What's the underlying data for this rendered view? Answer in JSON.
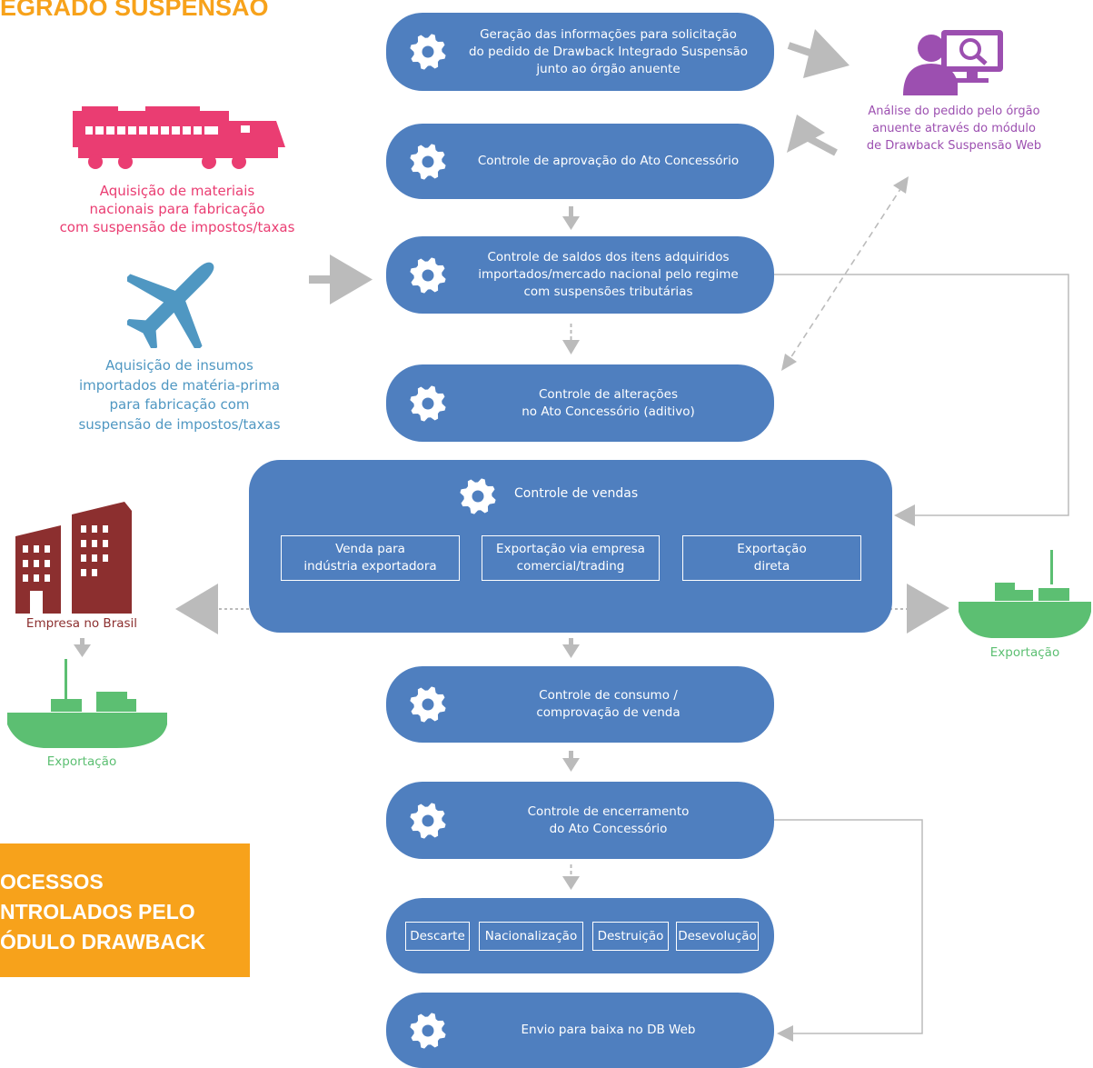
{
  "header": {
    "title_fragment": "EGRADO SUSPENSÃO"
  },
  "steps": {
    "geracao": "Geração das informações para solicitação\ndo pedido de Drawback Integrado Suspensão\njunto ao órgão anuente",
    "aprovacao": "Controle de aprovação do Ato Concessório",
    "saldos": "Controle de saldos dos itens adquiridos\nimportados/mercado nacional pelo regime\ncom suspensões tributárias",
    "alteracoes": "Controle de alterações\nno Ato Concessório (aditivo)",
    "vendas": "Controle de vendas",
    "consumo": "Controle de consumo /\ncomprovação de venda",
    "encerramento": "Controle de encerramento\ndo Ato Concessório",
    "envio": "Envio para baixa no DB Web"
  },
  "vendas_options": [
    "Venda para\nindústria exportadora",
    "Exportação via empresa\ncomercial/trading",
    "Exportação\ndireta"
  ],
  "destinations": [
    "Descarte",
    "Nacionalização",
    "Destruição",
    "Desevolução"
  ],
  "captions": {
    "analise": "Análise do pedido pelo órgão\nanuente através do módulo\nde Drawback Suspensão Web",
    "materiais": "Aquisição de materiais\nnacionais para fabricação\ncom suspensão de impostos/taxas",
    "insumos": "Aquisição de insumos\nimportados de matéria-prima\npara fabricação com\nsuspensão de impostos/taxas",
    "empresa": "Empresa no Brasil",
    "exportacao_left": "Exportação",
    "exportacao_right": "Exportação"
  },
  "banner": "OCESSOS\nNTROLADOS PELO\nÓDULO DRAWBACK",
  "colors": {
    "step_fill": "#4f7fbf",
    "arrow_gray": "#bbbbbb",
    "pink": "#ea3d72",
    "sky": "#4f97c2",
    "purple": "#9c4fb0",
    "brick": "#8c2f2f",
    "green": "#5cbf72",
    "orange": "#f7a21b"
  },
  "icons": [
    "gear-icon",
    "train-icon",
    "airplane-icon",
    "analyst-monitor-icon",
    "building-icon",
    "cargo-ship-icon"
  ]
}
